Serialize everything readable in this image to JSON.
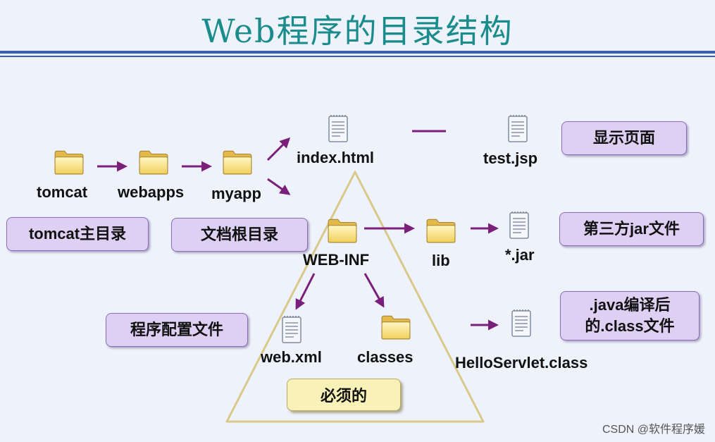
{
  "title": "Web程序的目录结构",
  "nodes": {
    "tomcat": "tomcat",
    "webapps": "webapps",
    "myapp": "myapp",
    "index_html": "index.html",
    "test_jsp": "test.jsp",
    "web_inf": "WEB-INF",
    "lib": "lib",
    "jar": "*.jar",
    "web_xml": "web.xml",
    "classes": "classes",
    "hello_servlet": "HelloServlet.class"
  },
  "notes": {
    "tomcat_home": "tomcat主目录",
    "doc_root": "文档根目录",
    "display_page": "显示页面",
    "third_party_jar": "第三方jar文件",
    "compiled_java": ".java编译后的.class文件",
    "config_file": "程序配置文件",
    "required": "必须的"
  },
  "watermark": "CSDN @软件程序媛",
  "colors": {
    "title": "#1a8c8c",
    "arrow": "#7a1f7a",
    "note_box": "#ddd0f3",
    "required_box": "#f9f2b8",
    "rule": "#3b5fb0"
  }
}
